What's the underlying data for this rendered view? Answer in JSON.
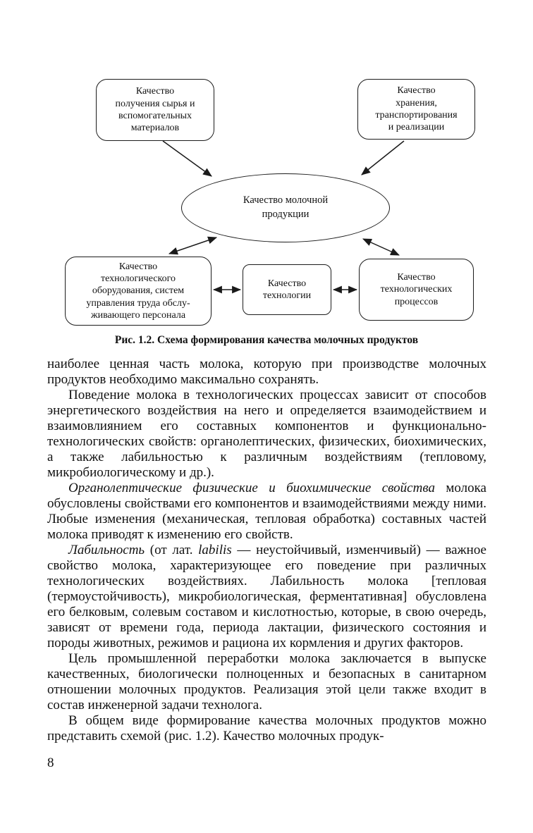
{
  "figure": {
    "caption": "Рис. 1.2. Схема формирования качества молочных продуктов",
    "nodes": {
      "raw_materials": "Качество\nполучения сырья и\nвспомогательных\nматериалов",
      "storage": "Качество\nхранения,\nтранспортирования\nи реализации",
      "center": "Качество молочной\nпродукции",
      "equipment": "Качество\nтехнологического\nоборудования, систем\nуправления труда обслу-\nживающего персонала",
      "technology": "Качество\nтехнологии",
      "processes": "Качество\nтехнологических\nпроцессов"
    }
  },
  "body": {
    "paragraphs": [
      {
        "indent": false,
        "runs": [
          {
            "italic": false,
            "text": "наиболее ценная часть молока, которую при производстве молочных продуктов необходимо максимально сохранять."
          }
        ]
      },
      {
        "indent": true,
        "runs": [
          {
            "italic": false,
            "text": "Поведение молока в технологических процессах зависит от способов энергетического воздействия на него и определяется взаимодействием и взаимовлиянием его составных компонентов и функционально-технологических свойств: органолептических, физических, биохимических, а также лабильностью к различным воздействиям (тепловому, микробиологическому и др.)."
          }
        ]
      },
      {
        "indent": true,
        "runs": [
          {
            "italic": true,
            "text": "Органолептические физические и биохимические свойства"
          },
          {
            "italic": false,
            "text": " молока обусловлены свойствами его компонентов и взаимодействиями между ними. Любые изменения (механическая, тепловая обработка) составных частей молока приводят к изменению его свойств."
          }
        ]
      },
      {
        "indent": true,
        "runs": [
          {
            "italic": true,
            "text": "Лабильность"
          },
          {
            "italic": false,
            "text": " (от лат. "
          },
          {
            "italic": true,
            "text": "labilis"
          },
          {
            "italic": false,
            "text": " — неустойчивый, изменчивый) — важное свойство молока, характеризующее его поведение при различных технологических воздействиях. Лабильность молока [тепловая (термоустойчивость), микробиологическая, ферментативная] обусловлена его белковым, солевым составом и кислотностью, которые, в свою очередь, зависят от времени года, периода лактации, физического состояния и породы животных, режимов и рациона их кормления и других факторов."
          }
        ]
      },
      {
        "indent": true,
        "runs": [
          {
            "italic": false,
            "text": "Цель промышленной переработки молока заключается в выпуске качественных, биологически полноценных и безопасных в санитарном отношении молочных продуктов. Реализация этой цели также входит в состав инженерной задачи технолога."
          }
        ]
      },
      {
        "indent": true,
        "runs": [
          {
            "italic": false,
            "text": "В общем виде формирование качества молочных продуктов можно представить схемой (рис. 1.2). Качество молочных продук-"
          }
        ]
      }
    ]
  },
  "page_number": "8"
}
